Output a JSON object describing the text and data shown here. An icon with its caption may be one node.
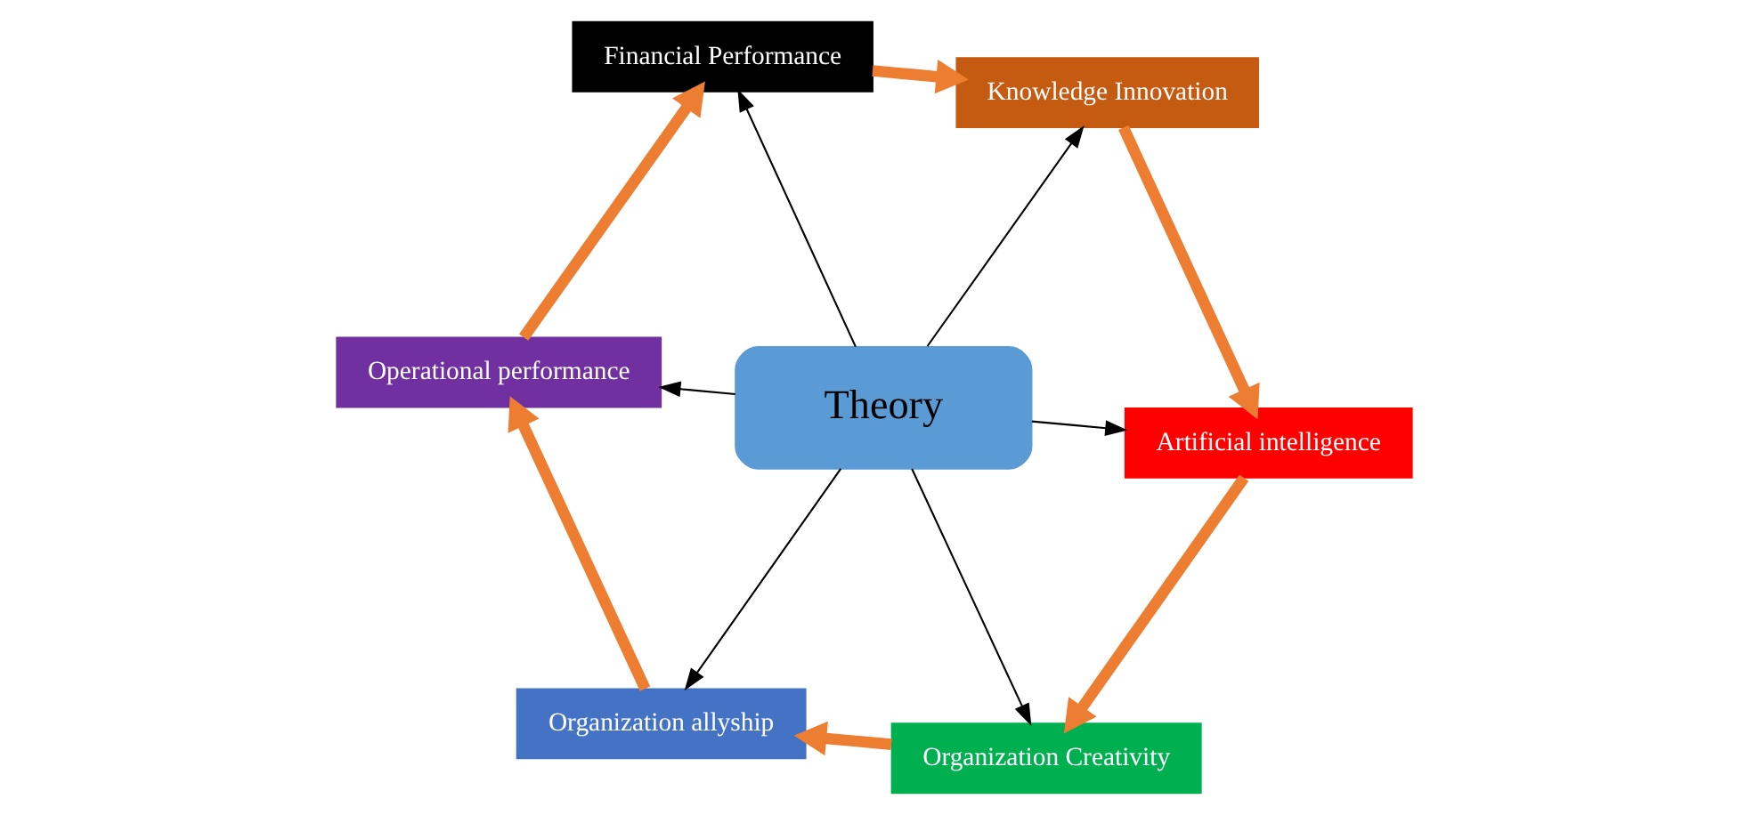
{
  "diagram": {
    "nodes": [
      {
        "text": [
          "Artificial intelligence"
        ]
      },
      {
        "text": [
          "Knowledge Innovation"
        ]
      },
      {
        "text": [
          "Organization Creativity"
        ]
      },
      {
        "text": [
          "Theory"
        ]
      },
      {
        "text": [
          "Financial Performance"
        ]
      },
      {
        "text": [
          "Organization allyship"
        ]
      },
      {
        "text": [
          "Operational performance"
        ]
      }
    ],
    "edges": [
      {
        "from": 3,
        "to": 0,
        "arrow": "to"
      },
      {
        "from": 3,
        "to": 1,
        "arrow": "to"
      },
      {
        "from": 3,
        "to": 2,
        "arrow": "to"
      },
      {
        "from": 3,
        "to": 4,
        "arrow": "to"
      },
      {
        "from": 3,
        "to": 5,
        "arrow": "to"
      },
      {
        "from": 3,
        "to": 6,
        "arrow": "to"
      },
      {
        "from": 1,
        "to": 0,
        "arrow": "to",
        "style": "thick",
        "color": "#ed7d31"
      },
      {
        "from": 0,
        "to": 2,
        "arrow": "to",
        "style": "thick",
        "color": "#ed7d31"
      },
      {
        "from": 2,
        "to": 5,
        "arrow": "to",
        "style": "thick",
        "color": "#ed7d31"
      },
      {
        "from": 5,
        "to": 6,
        "arrow": "to",
        "style": "thick",
        "color": "#ed7d31"
      },
      {
        "from": 6,
        "to": 4,
        "arrow": "to",
        "style": "thick",
        "color": "#ed7d31"
      },
      {
        "from": 4,
        "to": 1,
        "arrow": "to",
        "style": "thick",
        "color": "#ed7d31"
      }
    ]
  }
}
